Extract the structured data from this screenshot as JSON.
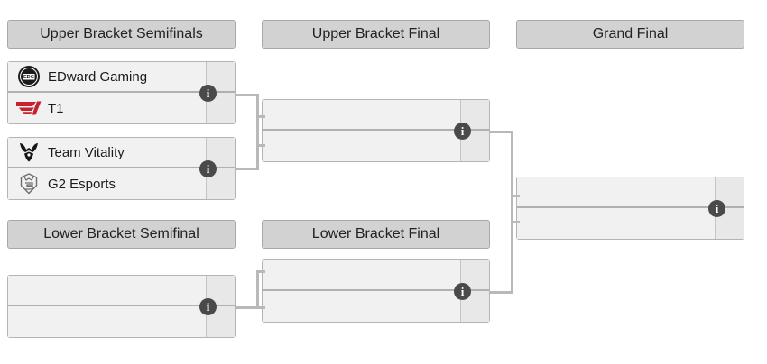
{
  "bracket": {
    "headers": [
      {
        "id": "upper-bracket-semifinals",
        "label": "Upper Bracket Semifinals"
      },
      {
        "id": "upper-bracket-final",
        "label": "Upper Bracket Final"
      },
      {
        "id": "grand-final",
        "label": "Grand Final"
      },
      {
        "id": "lower-bracket-semifinal",
        "label": "Lower Bracket Semifinal"
      },
      {
        "id": "lower-bracket-final",
        "label": "Lower Bracket Final"
      }
    ],
    "matches": [
      {
        "id": "ubsf-1",
        "top": {
          "team": "EDward Gaming",
          "logo": "edward-gaming-logo",
          "score": ""
        },
        "bottom": {
          "team": "T1",
          "logo": "t1-logo",
          "score": ""
        },
        "info": "i"
      },
      {
        "id": "ubsf-2",
        "top": {
          "team": "Team Vitality",
          "logo": "team-vitality-logo",
          "score": ""
        },
        "bottom": {
          "team": "G2 Esports",
          "logo": "g2-esports-logo",
          "score": ""
        },
        "info": "i"
      },
      {
        "id": "ubf-1",
        "top": {
          "team": "",
          "logo": "",
          "score": ""
        },
        "bottom": {
          "team": "",
          "logo": "",
          "score": ""
        },
        "info": "i"
      },
      {
        "id": "gf-1",
        "top": {
          "team": "",
          "logo": "",
          "score": ""
        },
        "bottom": {
          "team": "",
          "logo": "",
          "score": ""
        },
        "info": "i"
      },
      {
        "id": "lbsf-1",
        "top": {
          "team": "",
          "logo": "",
          "score": ""
        },
        "bottom": {
          "team": "",
          "logo": "",
          "score": ""
        },
        "info": "i"
      },
      {
        "id": "lbf-1",
        "top": {
          "team": "",
          "logo": "",
          "score": ""
        },
        "bottom": {
          "team": "",
          "logo": "",
          "score": ""
        },
        "info": "i"
      }
    ],
    "colors": {
      "header_fill": "#d2d2d2",
      "header_border": "#a8a8a8",
      "match_fill": "#f1f1f1",
      "score_fill": "#e8e8e8",
      "match_border": "#b4b4b4",
      "connector": "#b9b9b9",
      "info_badge": "#4a4a4a",
      "t1_red": "#c8202c"
    }
  }
}
